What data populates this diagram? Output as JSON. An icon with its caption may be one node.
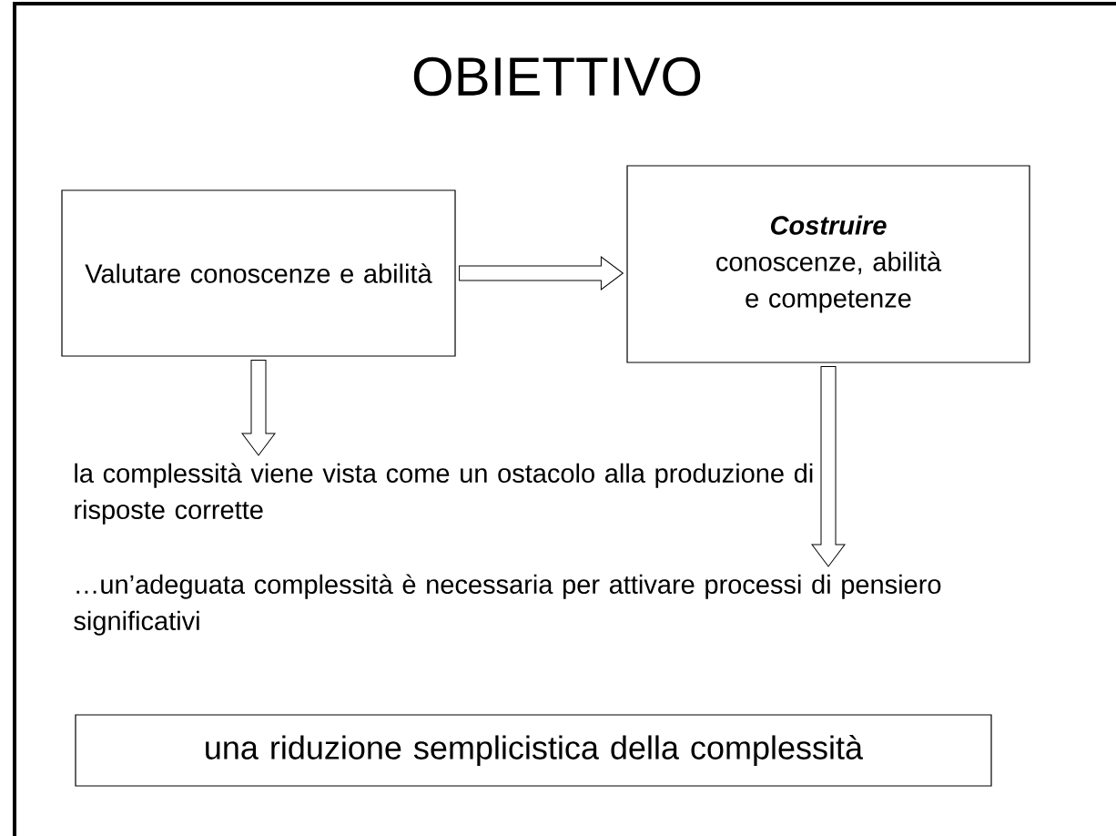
{
  "diagram": {
    "title": "OBIETTIVO",
    "nodes": [
      {
        "text": [
          "Valutare conoscenze e abilità"
        ]
      },
      {
        "text": [
          "Costruire",
          "conoscenze, abilità e competenze"
        ]
      },
      {
        "text": [
          "la complessità viene vista come un ostacolo alla produzione di risposte corrette"
        ]
      },
      {
        "text": [
          "…un’adeguata complessità è necessaria per attivare processi di pensiero significativi"
        ]
      },
      {
        "text": [
          "una riduzione semplicistica della complessità"
        ]
      }
    ],
    "edges": [
      {
        "from": 0,
        "to": 1,
        "arrow": "to"
      },
      {
        "from": 0,
        "to": 2,
        "arrow": "to"
      },
      {
        "from": 1,
        "to": 3,
        "arrow": "to"
      }
    ]
  }
}
